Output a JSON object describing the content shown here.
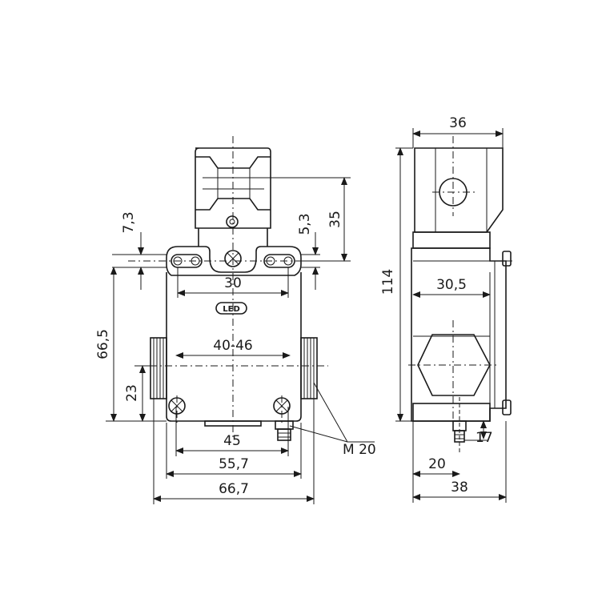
{
  "dimensions": {
    "front_top_offset": "7,3",
    "front_upper_offset": "5,3",
    "front_head_height": "35",
    "front_hole_spacing": "30",
    "front_width_range": "40-46",
    "front_height": "66,5",
    "front_lower_height": "23",
    "front_bottom_holes": "45",
    "front_inner_width": "55,7",
    "front_total_width": "66,7",
    "thread": "M 20",
    "side_top_width": "36",
    "side_total_height": "114",
    "side_mid_width": "30,5",
    "side_offset": "17",
    "side_bottom_left": "20",
    "side_total_width": "38"
  },
  "led_label": "LED"
}
